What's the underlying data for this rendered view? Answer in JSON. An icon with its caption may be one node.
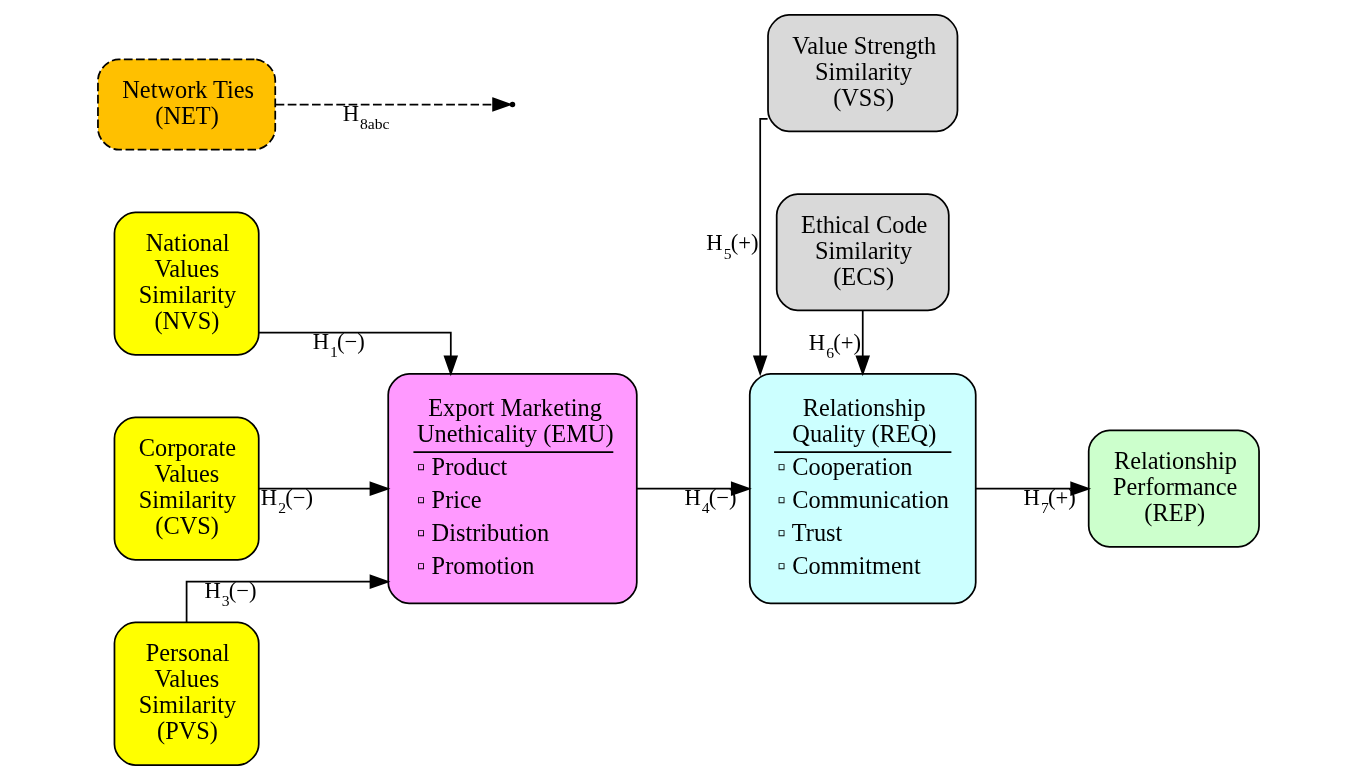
{
  "diagram": {
    "nodes": [
      {
        "text": [
          "National Values Similarity (NVS)"
        ]
      },
      {
        "text": [
          "Network Ties (NET)"
        ]
      },
      {
        "text": [
          "Value Strength Similarity (VSS)"
        ]
      },
      {
        "text": [
          "Corporate Values Similarity (CVS)"
        ]
      },
      {
        "text": [
          "Export Marketing Unethicality (EMU)",
          "▫ Product",
          "▫ Price",
          "▫ Distribution",
          "▫ Promotion"
        ]
      },
      {
        "text": [
          "Relationship Quality (REQ)",
          "▫ Cooperation",
          "▫ Communication",
          "▫ Trust",
          "▫ Commitment"
        ]
      },
      {
        "text": [
          "Relationship Performance (REP)"
        ]
      },
      {
        "text": [
          "Personal Values Similarity (PVS)"
        ]
      },
      {
        "text": [
          "Ethical Code Similarity (ECS)"
        ]
      }
    ],
    "edges": [
      {
        "from": 0,
        "to": 4,
        "arrow": "to",
        "label": "H$_{1}$(−)"
      },
      {
        "from": 3,
        "to": 4,
        "arrow": "to",
        "label": "H$_{2}$(−)"
      },
      {
        "from": 7,
        "to": 4,
        "arrow": "to",
        "label": "H$_{3}$(−)"
      },
      {
        "from": 1,
        "to": null,
        "arrow": "to",
        "label": "H$_{8abc}$",
        "style": "dashed"
      },
      {
        "from": 4,
        "to": 5,
        "arrow": "to",
        "label": "H$_{4}$(−)"
      },
      {
        "from": 2,
        "to": 5,
        "arrow": "to",
        "label": "H$_{5}$(+)"
      },
      {
        "from": 8,
        "to": 5,
        "arrow": "to",
        "label": "H$_{6}$(+)"
      },
      {
        "from": 5,
        "to": 6,
        "arrow": "to",
        "label": "H$_{7}$(+)"
      }
    ]
  }
}
